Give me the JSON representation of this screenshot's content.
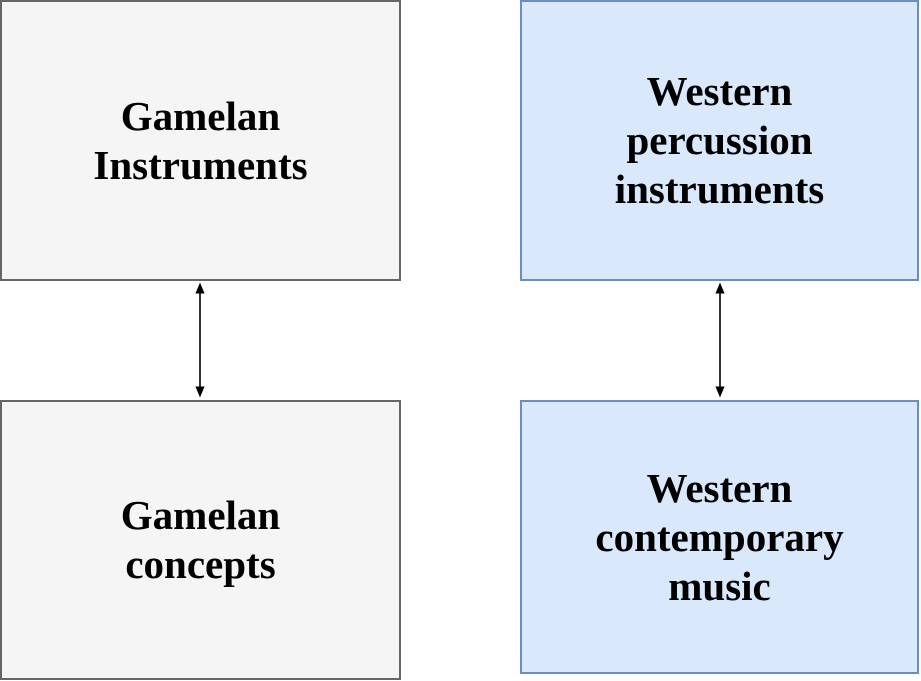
{
  "canvas": {
    "background": "#ffffff"
  },
  "diagram": {
    "connector_color": "#000000",
    "nodes": [
      {
        "name": "gamelan-instruments",
        "label": "Gamelan Instruments",
        "lines": [
          "Gamelan",
          "Instruments"
        ],
        "fill": "#f5f5f5",
        "border": "#666666",
        "text_color": "#000000"
      },
      {
        "name": "western-percussion-instruments",
        "label": "Western percussion instruments",
        "lines": [
          "Western",
          "percussion",
          "instruments"
        ],
        "fill": "#dae8fc",
        "border": "#6c8ebf",
        "text_color": "#000000"
      },
      {
        "name": "gamelan-concepts",
        "label": "Gamelan concepts",
        "lines": [
          "Gamelan",
          "concepts"
        ],
        "fill": "#f5f5f5",
        "border": "#666666",
        "text_color": "#000000"
      },
      {
        "name": "western-contemporary-music",
        "label": "Western contemporary music",
        "lines": [
          "Western",
          "contemporary",
          "music"
        ],
        "fill": "#dae8fc",
        "border": "#6c8ebf",
        "text_color": "#000000"
      }
    ],
    "connectors": [
      {
        "from": "gamelan-instruments",
        "to": "gamelan-concepts",
        "style": "double-arrow"
      },
      {
        "from": "western-percussion-instruments",
        "to": "western-contemporary-music",
        "style": "double-arrow"
      }
    ]
  }
}
